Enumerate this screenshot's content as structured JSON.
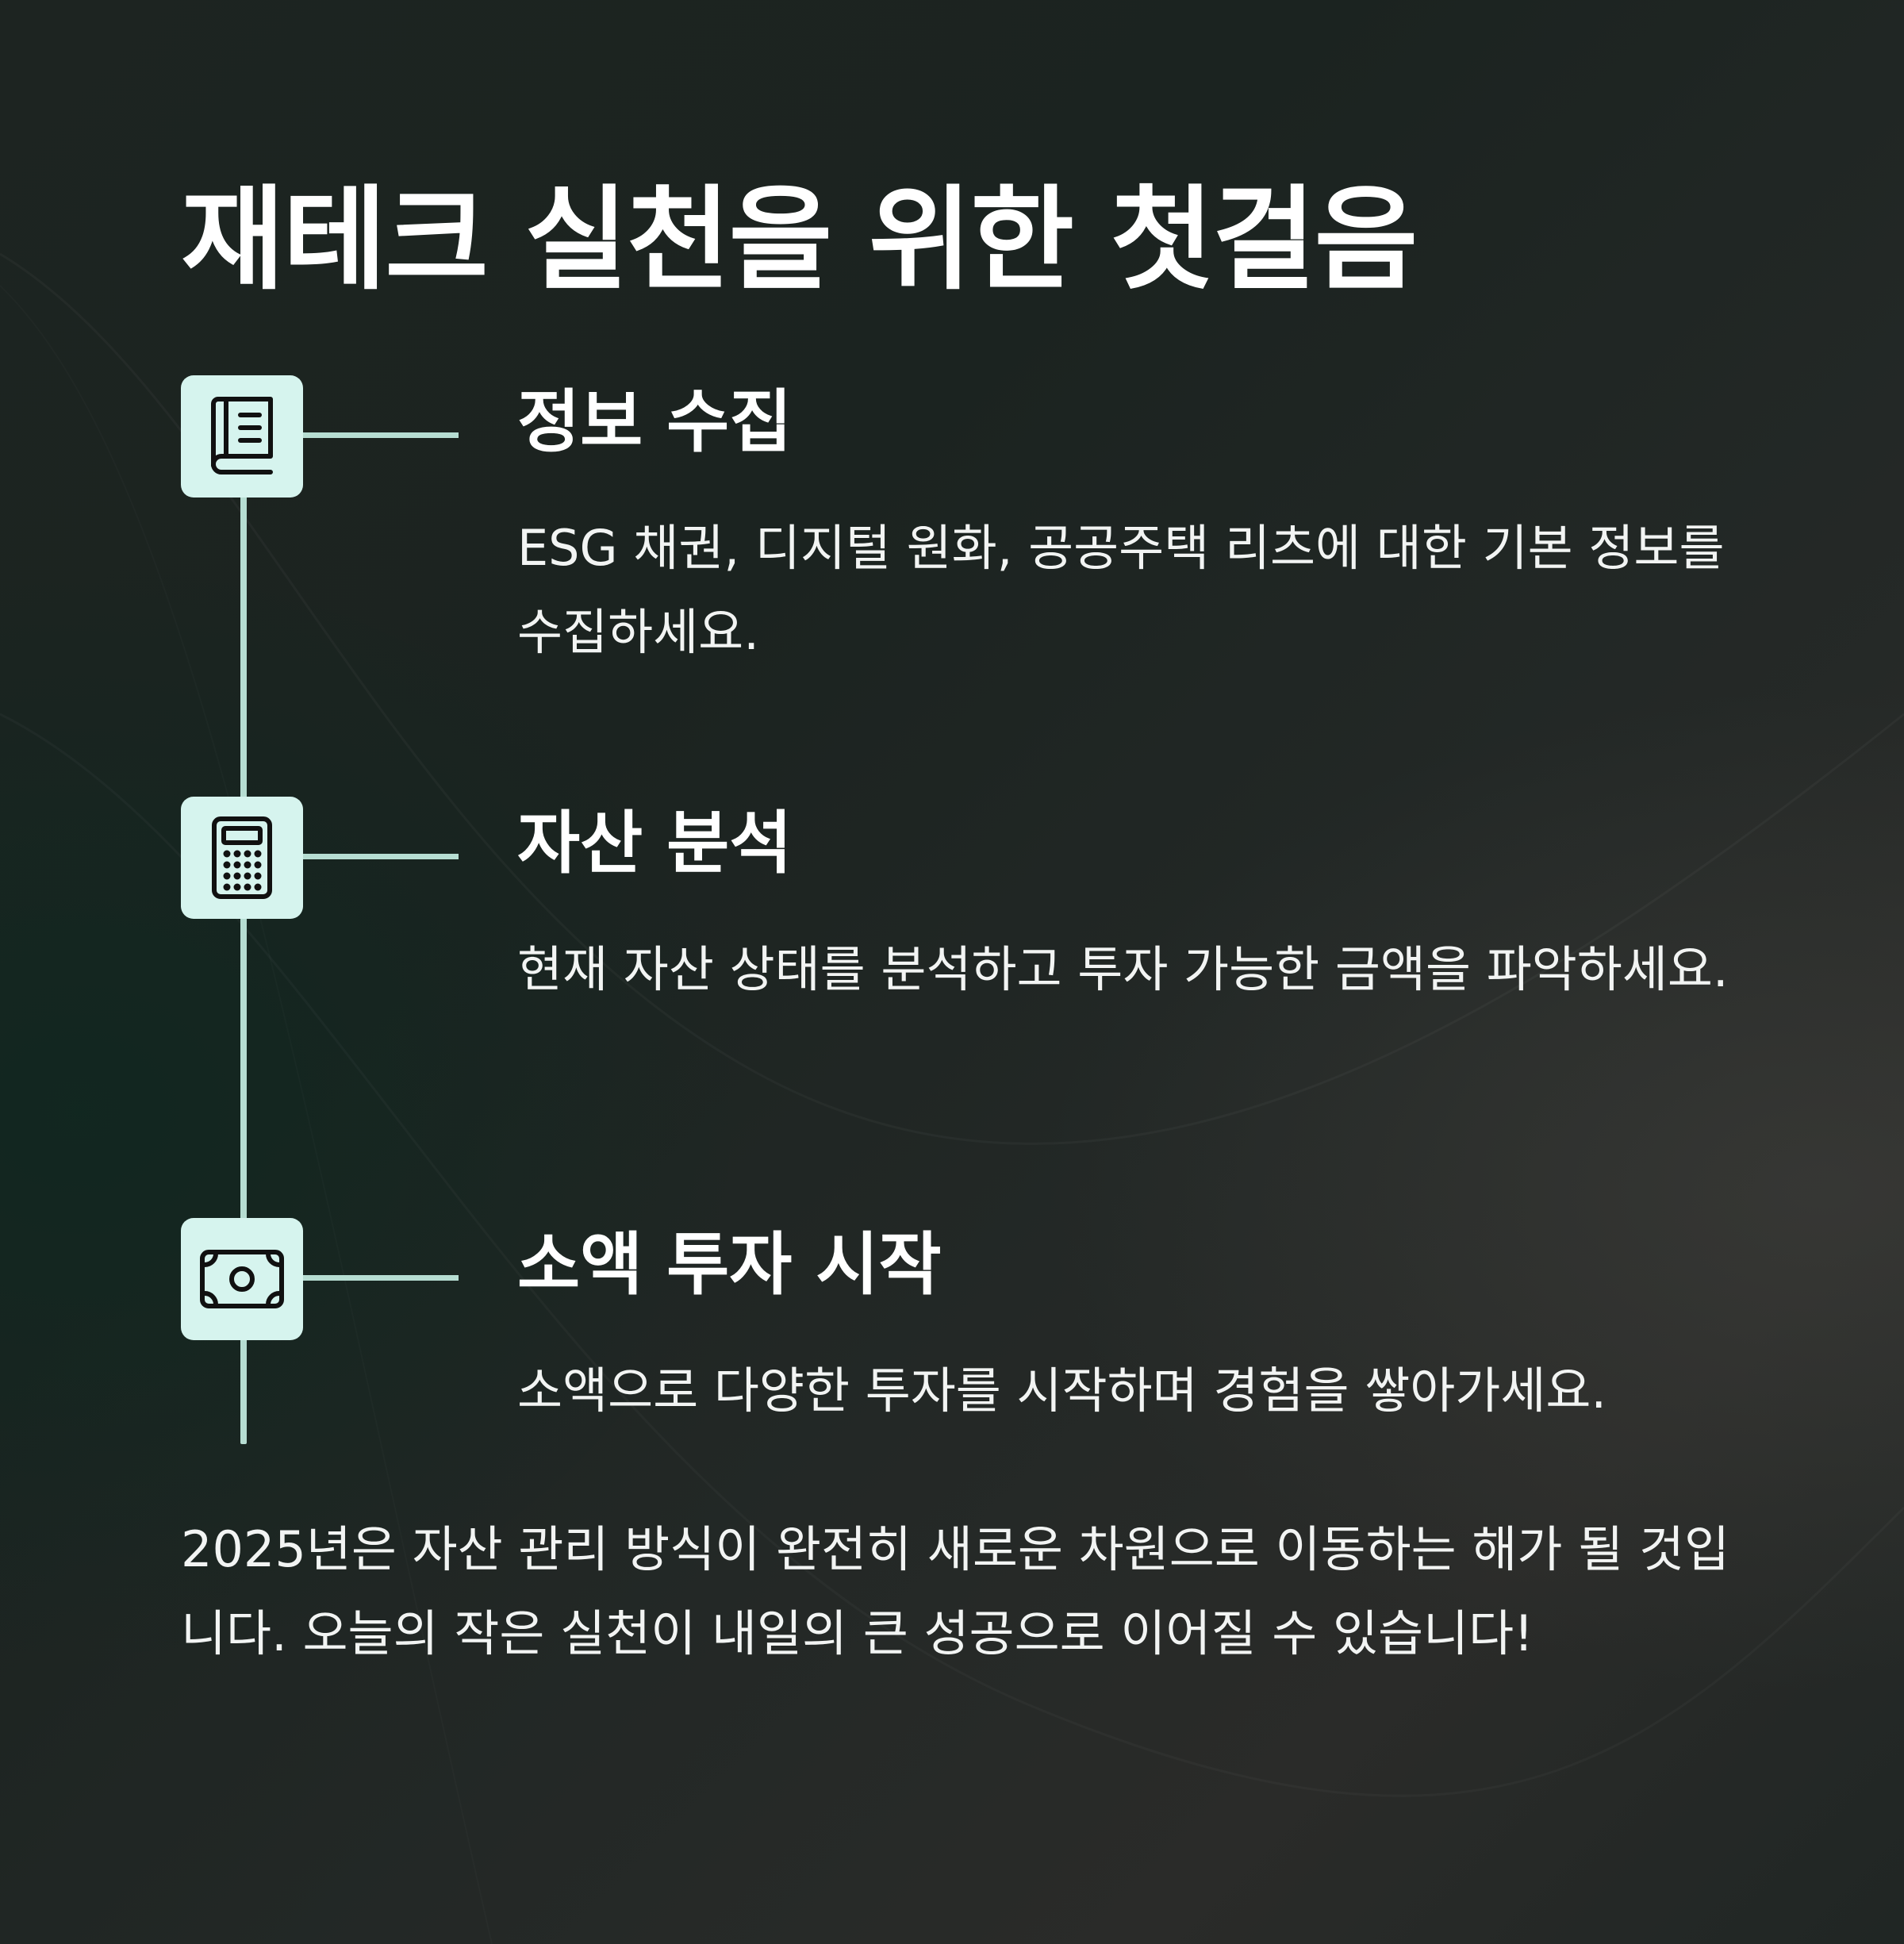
{
  "title": "재테크 실천을 위한 첫걸음",
  "steps": [
    {
      "icon": "book-icon",
      "title": "정보 수집",
      "description": "ESG 채권, 디지털 원화, 공공주택 리츠에 대한 기본 정보를 수집하세요."
    },
    {
      "icon": "calculator-icon",
      "title": "자산 분석",
      "description": "현재 자산 상태를 분석하고 투자 가능한 금액을 파악하세요."
    },
    {
      "icon": "money-bill-icon",
      "title": "소액 투자 시작",
      "description": "소액으로 다양한 투자를 시작하며 경험을 쌓아가세요."
    }
  ],
  "footer": "2025년은 자산 관리 방식이 완전히 새로운 차원으로 이동하는 해가 될 것입니다. 오늘의 작은 실천이 내일의 큰 성공으로 이어질 수 있습니다!",
  "colors": {
    "icon_bg": "#d6f4ee",
    "line": "#b6ddd2",
    "text": "#ffffff"
  }
}
